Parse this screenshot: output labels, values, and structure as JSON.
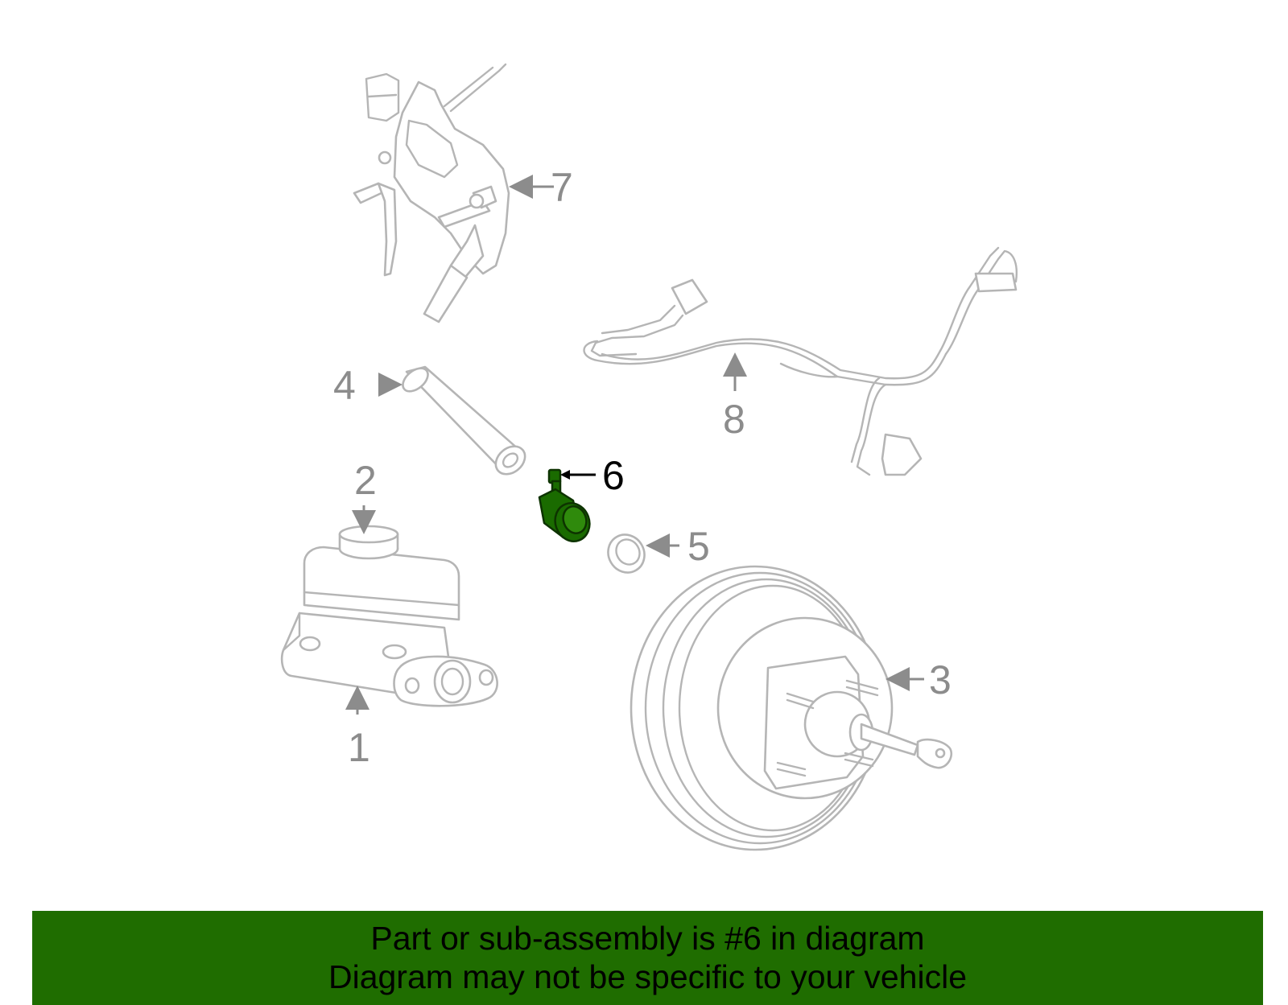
{
  "callouts": {
    "c1": "1",
    "c2": "2",
    "c3": "3",
    "c4": "4",
    "c5": "5",
    "c6": "6",
    "c7": "7",
    "c8": "8"
  },
  "highlighted_part": "6",
  "colors": {
    "highlight": "#1a6b00",
    "banner": "#1f6d00",
    "part_outline": "#b5b5b5",
    "callout_text": "#8c8c8c"
  },
  "banner": {
    "line1": "Part or sub-assembly is #6 in diagram",
    "line2": "Diagram may not be specific to your vehicle"
  }
}
